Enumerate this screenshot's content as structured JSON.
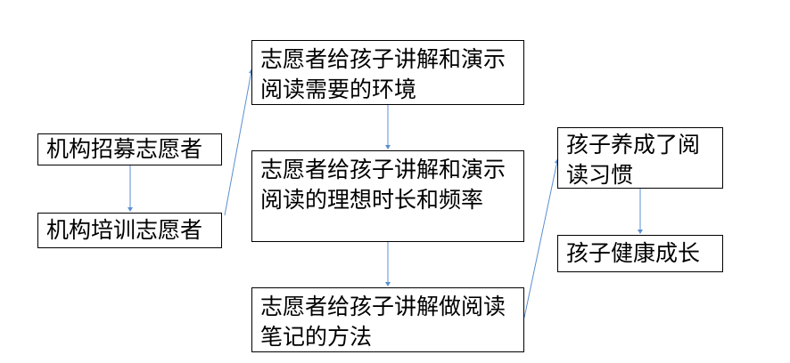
{
  "diagram": {
    "nodes": [
      {
        "id": "recruit",
        "text": "机构招募志愿者"
      },
      {
        "id": "train",
        "text": "机构培训志愿者"
      },
      {
        "id": "environment",
        "text": "志愿者给孩子讲解和演示阅读需要的环境"
      },
      {
        "id": "duration",
        "text": "志愿者给孩子讲解和演示阅读的理想时长和频率"
      },
      {
        "id": "notes",
        "text": "志愿者给孩子讲解做阅读笔记的方法"
      },
      {
        "id": "habit",
        "text": "孩子养成了阅读习惯"
      },
      {
        "id": "growth",
        "text": "孩子健康成长"
      }
    ],
    "edges": [
      {
        "from": "recruit",
        "to": "train"
      },
      {
        "from": "train",
        "to": "environment"
      },
      {
        "from": "environment",
        "to": "duration"
      },
      {
        "from": "duration",
        "to": "notes"
      },
      {
        "from": "notes",
        "to": "habit"
      },
      {
        "from": "habit",
        "to": "growth"
      }
    ],
    "colors": {
      "connector": "#5b8fd0",
      "border": "#000000",
      "text": "#000000"
    }
  }
}
